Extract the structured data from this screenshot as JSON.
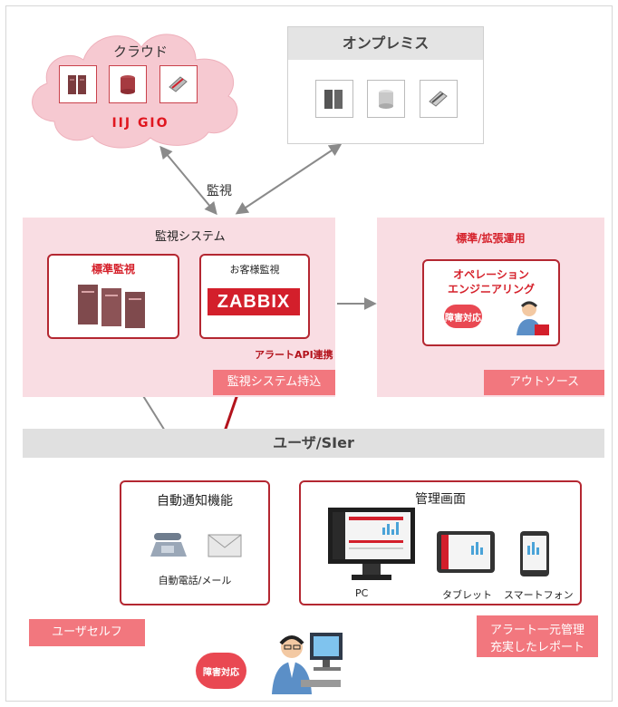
{
  "cloud": {
    "title": "クラウド",
    "brand": "IIJ GIO"
  },
  "onpremise": {
    "title": "オンプレミス"
  },
  "watch_label": "監視",
  "monitoring_system": {
    "title": "監視システム",
    "standard_card": {
      "title": "標準監視"
    },
    "customer_card": {
      "title": "お客様監視",
      "logo": "ZABBIX"
    },
    "alert_api_label": "アラートAPI連携",
    "bring_in_label": "監視システム持込"
  },
  "outsource_panel": {
    "title": "標準/拡張運用",
    "ops_title_line1": "オペレーション",
    "ops_title_line2": "エンジニアリング",
    "incident_badge": "障害対応",
    "outsource_label": "アウトソース"
  },
  "user_section": {
    "title": "ユーザ/SIer",
    "auto_notify": {
      "title": "自動通知機能",
      "caption": "自動電話/メール"
    },
    "management": {
      "title": "管理画面",
      "pc_label": "PC",
      "tablet_label": "タブレット",
      "smartphone_label": "スマートフォン"
    },
    "self_label": "ユーザセルフ",
    "report_label_line1": "アラート一元管理",
    "report_label_line2": "充実したレポート",
    "incident_badge": "障害対応"
  },
  "colors": {
    "accent": "#d31f2b",
    "panel_pink": "#f9dde3",
    "label_red": "#f2777e"
  }
}
